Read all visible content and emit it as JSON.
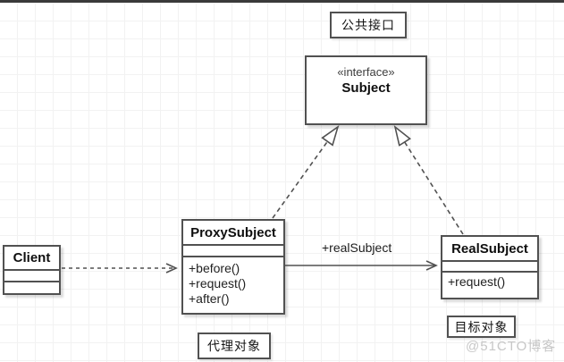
{
  "diagram": {
    "annotations": {
      "public_interface": "公共接口",
      "proxy_object": "代理对象",
      "target_object": "目标对象"
    },
    "classes": {
      "subject": {
        "stereotype": "«interface»",
        "name": "Subject"
      },
      "proxy": {
        "name": "ProxySubject",
        "methods": [
          "+before()",
          "+request()",
          "+after()"
        ]
      },
      "real": {
        "name": "RealSubject",
        "methods": [
          "+request()"
        ]
      },
      "client": {
        "name": "Client"
      }
    },
    "edges": {
      "association_label": "+realSubject"
    },
    "watermark": "@51CTO博客",
    "colors": {
      "border": "#515151",
      "grid": "#f2f2f2",
      "topbar": "#3a3a3a",
      "watermark": "#c7c7c7"
    }
  }
}
